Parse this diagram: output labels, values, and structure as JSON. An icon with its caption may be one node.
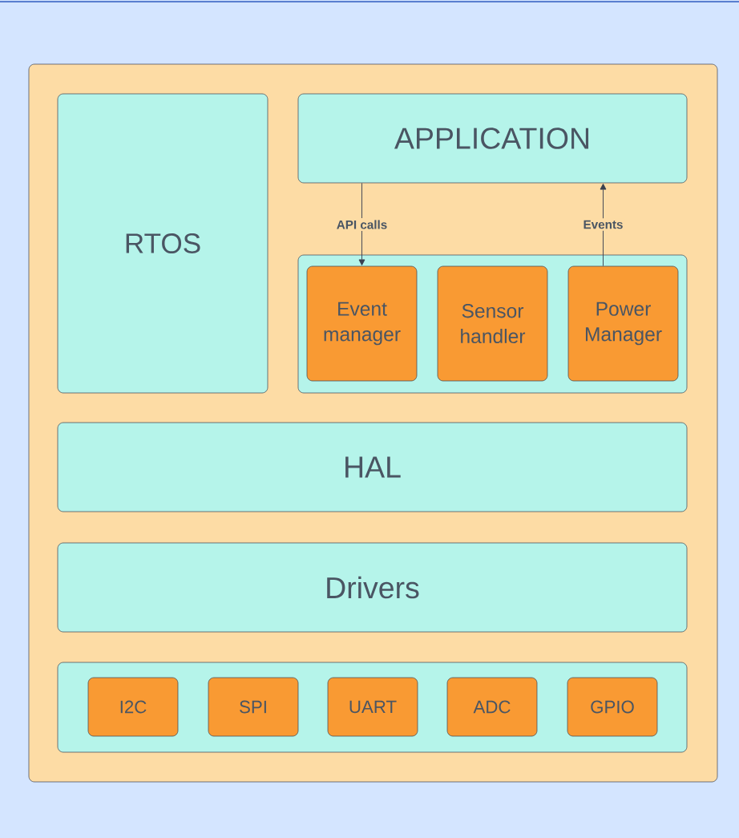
{
  "diagram": {
    "nodes": [
      {
        "text": [],
        "shape": "box"
      },
      {
        "text": [
          "RTOS"
        ],
        "in": 0
      },
      {
        "text": [
          "APPLICATION"
        ],
        "in": 0
      },
      {
        "text": [],
        "shape": "box",
        "in": 0
      },
      {
        "text": [
          "Event manager"
        ],
        "in": 3
      },
      {
        "text": [
          "Sensor handler"
        ],
        "in": 3
      },
      {
        "text": [
          "Power Manager"
        ],
        "in": 3
      },
      {
        "text": [
          "HAL"
        ],
        "in": 0
      },
      {
        "text": [
          "Drivers"
        ],
        "in": 0
      },
      {
        "text": [],
        "shape": "box",
        "in": 0
      },
      {
        "text": [
          "I2C"
        ],
        "in": 9
      },
      {
        "text": [
          "SPI"
        ],
        "in": 9
      },
      {
        "text": [
          "UART"
        ],
        "in": 9
      },
      {
        "text": [
          "ADC"
        ],
        "in": 9
      },
      {
        "text": [
          "GPIO"
        ],
        "in": 9
      }
    ],
    "edges": [
      {
        "from": 2,
        "to": 4,
        "arrow": "to",
        "label": "API calls"
      },
      {
        "from": 6,
        "to": 2,
        "arrow": "to",
        "label": "Events"
      }
    ]
  }
}
